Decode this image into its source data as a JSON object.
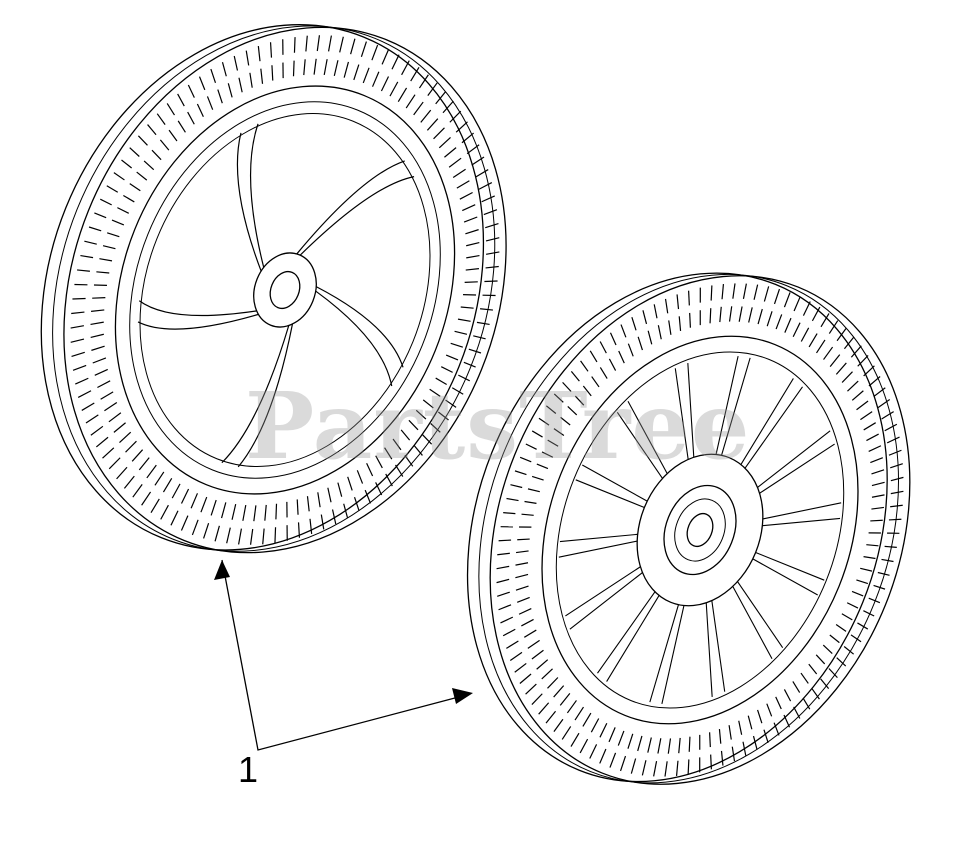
{
  "watermark": "PartsTree",
  "callout": {
    "label": "1"
  },
  "parts": [
    {
      "name": "wheel",
      "callout": "1",
      "view": "outer-face-spokes"
    },
    {
      "name": "wheel",
      "callout": "1",
      "view": "inner-face-ribs"
    }
  ],
  "colors": {
    "line": "#000000",
    "background": "#ffffff",
    "watermark": "#969696"
  }
}
